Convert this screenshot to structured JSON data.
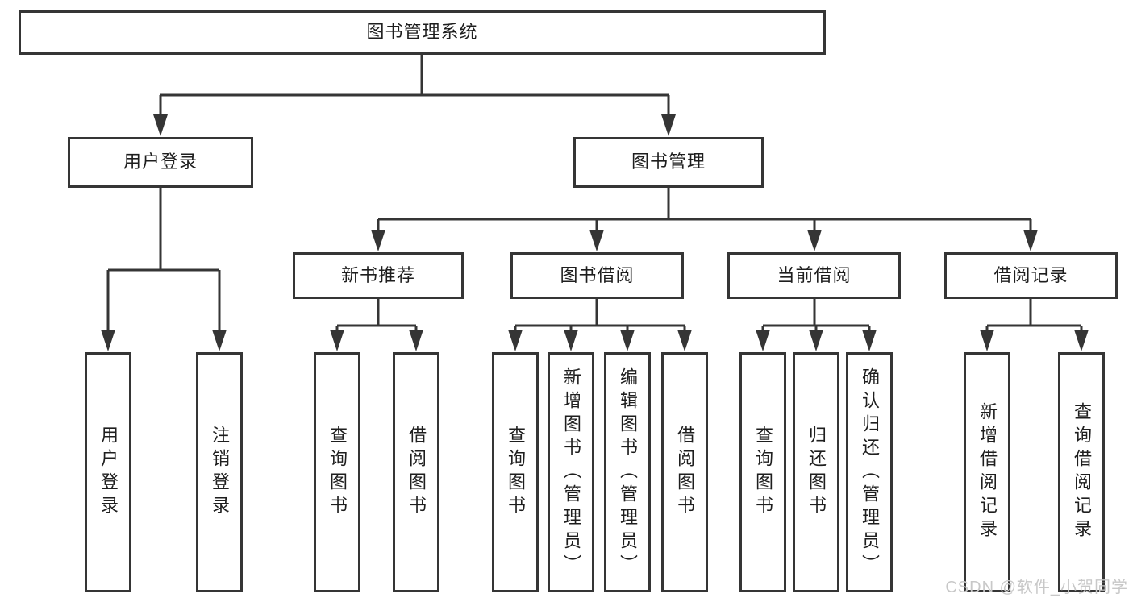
{
  "colors": {
    "line": "#353535",
    "box_border": "#353535",
    "box_background": "#ffffff",
    "text": "#1e1e1e",
    "watermark": "#c8c8c8"
  },
  "watermark": {
    "text": "CSDN @软件_小贺同学"
  },
  "tree": {
    "root": {
      "label": "图书管理系统",
      "children": [
        {
          "label": "用户登录",
          "children": [
            {
              "label": "用户登录"
            },
            {
              "label": "注销登录"
            }
          ]
        },
        {
          "label": "图书管理",
          "children": [
            {
              "label": "新书推荐",
              "children": [
                {
                  "label": "查询图书"
                },
                {
                  "label": "借阅图书"
                }
              ]
            },
            {
              "label": "图书借阅",
              "children": [
                {
                  "label": "查询图书"
                },
                {
                  "label": "新增图书（管理员）"
                },
                {
                  "label": "编辑图书（管理员）"
                },
                {
                  "label": "借阅图书"
                }
              ]
            },
            {
              "label": "当前借阅",
              "children": [
                {
                  "label": "查询图书"
                },
                {
                  "label": "归还图书"
                },
                {
                  "label": "确认归还（管理员）"
                }
              ]
            },
            {
              "label": "借阅记录",
              "children": [
                {
                  "label": "新增借阅记录"
                },
                {
                  "label": "查询借阅记录"
                }
              ]
            }
          ]
        }
      ]
    }
  }
}
